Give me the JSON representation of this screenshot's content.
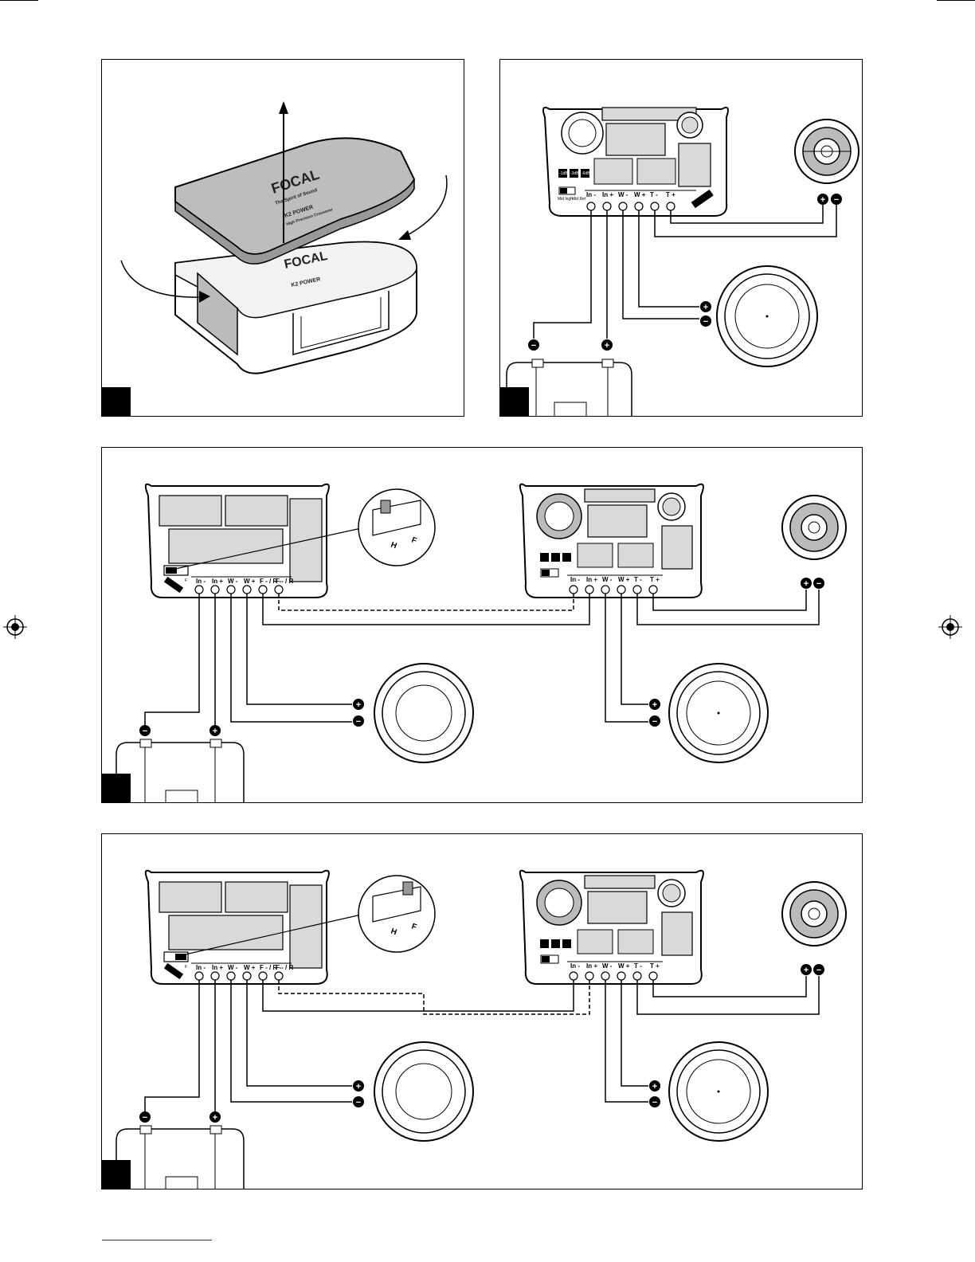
{
  "terminals": {
    "tweeter_box": [
      "In -",
      "In +",
      "W -",
      "W +",
      "T -",
      "T +"
    ],
    "woofer_box": [
      "In -",
      "In +",
      "W -",
      "W +",
      "F - / R -",
      "F - / R -"
    ]
  },
  "switch_labels": {
    "h": "H",
    "f": "F",
    "mid_high": "Mid high",
    "mid_ref": "Mid Ref"
  },
  "attenuation_labels": [
    "-1dB",
    "-3dB",
    "-6dB"
  ],
  "polarity": {
    "plus": "+",
    "minus": "−"
  },
  "brand": {
    "name": "FOCAL",
    "tagline": "The Spirit of Sound",
    "model": "K2 POWER",
    "subtitle": "High Precision Crossover"
  },
  "colors": {
    "line": "#000000",
    "panel_fill": "#d9d9d9",
    "lid_fill": "#bdbdbd"
  }
}
